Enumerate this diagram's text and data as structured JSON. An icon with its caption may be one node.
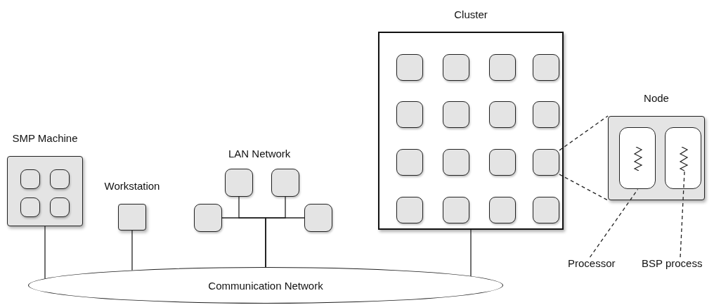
{
  "diagram": {
    "nodes": [
      {
        "text": [
          "SMP Machine"
        ]
      },
      {
        "text": [],
        "shape": "box",
        "in": 0
      },
      {
        "text": [],
        "shape": "box",
        "in": 0
      },
      {
        "text": [],
        "shape": "box",
        "in": 0
      },
      {
        "text": [],
        "shape": "box",
        "in": 0
      },
      {
        "text": [
          "Workstation"
        ]
      },
      {
        "text": [],
        "shape": "box"
      },
      {
        "text": [],
        "shape": "box"
      },
      {
        "text": [],
        "shape": "box"
      },
      {
        "text": [],
        "shape": "box"
      },
      {
        "text": [
          "Cluster"
        ]
      },
      {
        "text": [],
        "shape": "box",
        "in": 10
      },
      {
        "text": [],
        "shape": "box",
        "in": 10
      },
      {
        "text": [],
        "shape": "box",
        "in": 10
      },
      {
        "text": [],
        "shape": "box",
        "in": 10
      },
      {
        "text": [],
        "shape": "box",
        "in": 10
      },
      {
        "text": [],
        "shape": "box",
        "in": 10
      },
      {
        "text": [],
        "shape": "box",
        "in": 10
      },
      {
        "text": [],
        "shape": "box",
        "in": 10
      },
      {
        "text": [],
        "shape": "box",
        "in": 10
      },
      {
        "text": [],
        "shape": "box",
        "in": 10
      },
      {
        "text": [],
        "shape": "box",
        "in": 10
      },
      {
        "text": [],
        "shape": "box",
        "in": 10
      },
      {
        "text": [],
        "shape": "box",
        "in": 10
      },
      {
        "text": [],
        "shape": "box",
        "in": 10
      },
      {
        "text": [],
        "shape": "box",
        "in": 10
      },
      {
        "text": [],
        "shape": "box",
        "in": 10
      },
      {
        "text": [
          "Node"
        ]
      },
      {
        "text": [],
        "shape": "box",
        "in": 27
      },
      {
        "text": [],
        "shape": "zigzag",
        "in": 28
      },
      {
        "text": [],
        "shape": "box",
        "in": 27
      },
      {
        "text": [],
        "shape": "zigzag",
        "in": 30
      },
      {
        "text": [
          "Processor"
        ]
      },
      {
        "text": [
          "BSP process"
        ]
      },
      {
        "text": [
          "Communication Network"
        ]
      }
    ],
    "edges": [
      {
        "from": 0,
        "to": 34,
        "arrow": "none"
      },
      {
        "from": 5,
        "to": 34,
        "arrow": "none"
      },
      {
        "from": 6,
        "to": 34,
        "arrow": "none"
      },
      {
        "from": 7,
        "to": 34,
        "arrow": "none"
      },
      {
        "from": 8,
        "to": 34,
        "arrow": "none"
      },
      {
        "from": 9,
        "to": 34,
        "arrow": "none"
      },
      {
        "from": 10,
        "to": 34,
        "arrow": "none"
      },
      {
        "from": 22,
        "to": 27,
        "arrow": "none",
        "style": "dashed"
      },
      {
        "from": 22,
        "to": 27,
        "arrow": "none",
        "style": "dashed"
      },
      {
        "from": 32,
        "to": 28,
        "arrow": "none",
        "style": "dashed"
      },
      {
        "from": 33,
        "to": 31,
        "arrow": "none",
        "style": "dashed"
      }
    ],
    "labels": [
      "LAN Network"
    ]
  }
}
